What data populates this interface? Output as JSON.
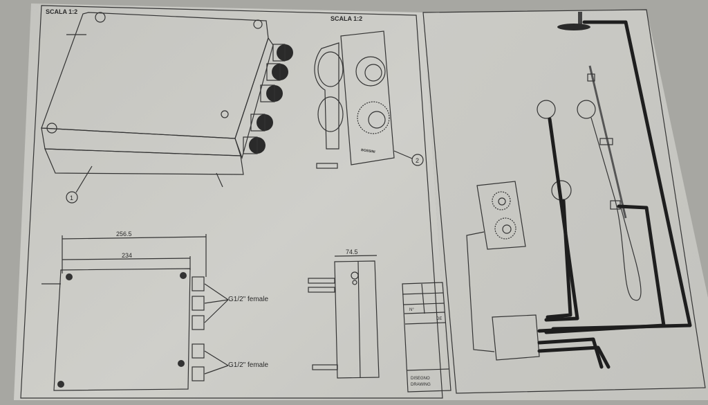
{
  "left_sheet": {
    "scale_label_1": "SCALA 1:2",
    "scale_label_2": "SCALA 1:2",
    "callout_1": "1",
    "callout_2": "2",
    "panel_brand": "BOSSINI",
    "dimensions": {
      "overall_width": "256.5",
      "body_width": "234",
      "depth": "74.5"
    },
    "port_labels": {
      "upper": "G1/2\" female",
      "lower": "G1/2\" female"
    },
    "title_block": {
      "field_n": "N°",
      "field_de": "DE",
      "field_drawing_it": "DISEGNO",
      "field_drawing_en": "DRAWING"
    }
  }
}
